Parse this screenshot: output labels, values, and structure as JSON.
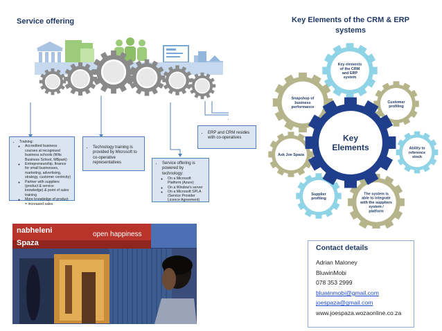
{
  "service": {
    "title": "Service offering",
    "training_box": {
      "heading": "Training:",
      "items": [
        "Accredited business courses at recognised business schools (Wits Business School, MBpark)",
        "Entrepreneurship, finance for small businesses, marketing, advertising, strategy, customer centricity)",
        "Partner with suppliers (product & service knowledge) & point of sales training",
        "More knowledge of product = increased sales"
      ]
    },
    "tech_box": "Technology training is provided by Microsoft to co-operative representatives",
    "powered_box": {
      "heading": "Service offering is powered by technology:",
      "items": [
        "On a Microsoft Platform (Azure)",
        "On a Window's server",
        "On a Microsoft SPLA (Service Provider Licence Agreement)"
      ]
    },
    "erp_box": "ERP and CRM resides with co-operatives"
  },
  "crm": {
    "title_line1": "Key Elements of the CRM & ERP",
    "title_line2": "systems",
    "center_line1": "Key",
    "center_line2": "Elements",
    "gears": [
      {
        "lines": [
          "Key elements",
          "of the CRM",
          "and ERP",
          "system"
        ]
      },
      {
        "lines": [
          "Customer",
          "profiling"
        ]
      },
      {
        "lines": [
          "Ability to",
          "reference",
          "stock"
        ]
      },
      {
        "lines": [
          "The system is",
          "able to integrate",
          "with the suppliers",
          "system /",
          "platform"
        ]
      },
      {
        "lines": [
          "Supplier",
          "profiling"
        ]
      },
      {
        "lines": [
          "Ask Joe Spaza"
        ]
      },
      {
        "lines": [
          "Snapshop of",
          "business",
          "performance"
        ]
      }
    ],
    "colors": {
      "center": "#1f3e8c",
      "teal": "#8ed3e6",
      "khaki": "#b6b48a"
    }
  },
  "photo": {
    "sign_text": "nabheleni",
    "sign_text2": "Spaza",
    "banner_text": "open happiness"
  },
  "contact": {
    "title": "Contact details",
    "name": "Adrian Maloney",
    "company": "BluwinMobi",
    "phone": "078 353 2999",
    "email1": "bluwinmobi@gmail.com",
    "email2": "joespaza@gmail.com",
    "website": "www.joespaza.wozaonline.co.za"
  }
}
